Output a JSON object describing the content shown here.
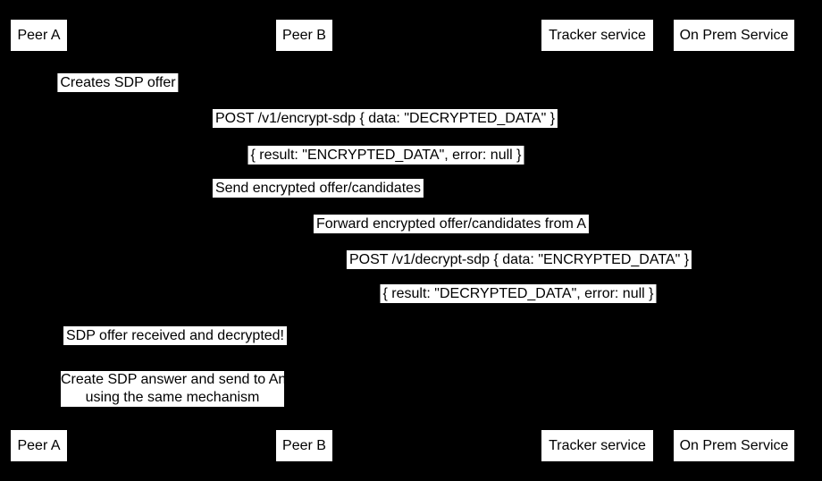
{
  "canvas": {
    "background": "#000000",
    "label_fill": "#ffffff",
    "text_color": "#000000"
  },
  "actors": [
    {
      "label": "Peer A"
    },
    {
      "label": "Peer B"
    },
    {
      "label": "Tracker service"
    },
    {
      "label": "On Prem Service"
    }
  ],
  "messages": [
    {
      "text": "Creates SDP offer"
    },
    {
      "text": "POST /v1/encrypt-sdp { data: \"DECRYPTED_DATA\" }"
    },
    {
      "text": "{ result: \"ENCRYPTED_DATA\", error: null }"
    },
    {
      "text": "Send encrypted offer/candidates"
    },
    {
      "text": "Forward encrypted offer/candidates from A"
    },
    {
      "text": "POST /v1/decrypt-sdp { data: \"ENCRYPTED_DATA\" }"
    },
    {
      "text": "{ result: \"DECRYPTED_DATA\", error: null }"
    },
    {
      "text": "SDP offer received and decrypted!"
    }
  ],
  "note": {
    "line1": "Create SDP answer and send to An",
    "line2": "using the same mechanism"
  }
}
